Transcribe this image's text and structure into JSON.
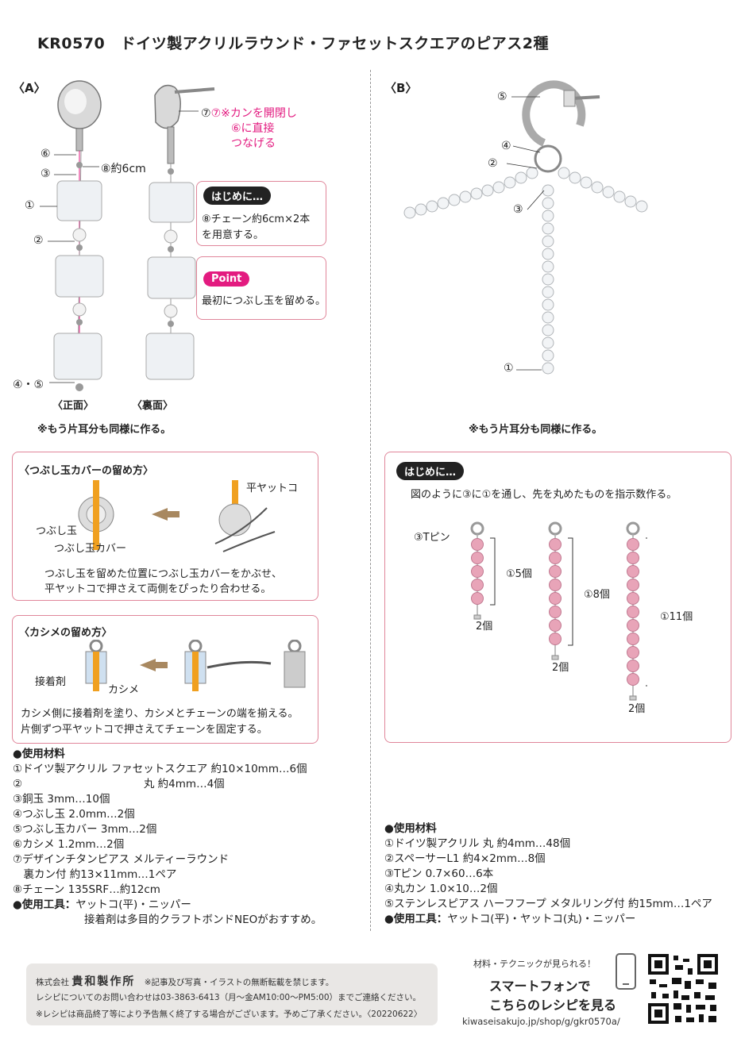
{
  "title": "KR0570　ドイツ製アクリルラウンド・ファセットスクエアのピアス2種",
  "sectionA": {
    "label": "〈A〉",
    "front_label": "〈正面〉",
    "back_label": "〈裏面〉",
    "note": "※もう片耳分も同様に作る。",
    "callouts": [
      "⑥",
      "③",
      "①",
      "②",
      "④・⑤"
    ],
    "chain_callout": "⑧約6cm",
    "kan_note": [
      "⑦※カンを開閉し",
      "⑥に直接",
      "つなげる"
    ],
    "hajime_title": "はじめに…",
    "hajime_text": [
      "⑧チェーン約6cm×2本",
      "を用意する。"
    ],
    "point_title": "Point",
    "point_text": "最初につぶし玉を留める。",
    "cover_box": {
      "title": "〈つぶし玉カバーの留め方〉",
      "labels": [
        "つぶし玉",
        "つぶし玉カバー",
        "平ヤットコ"
      ],
      "text": [
        "つぶし玉を留めた位置につぶし玉カバーをかぶせ、",
        "平ヤットコで押さえて両側をぴったり合わせる。"
      ]
    },
    "kashime_box": {
      "title": "〈カシメの留め方〉",
      "labels": [
        "接着剤",
        "カシメ"
      ],
      "text": [
        "カシメ側に接着剤を塗り、カシメとチェーンの端を揃える。",
        "片側ずつ平ヤットコで押さえてチェーンを固定する。"
      ]
    },
    "materials_title": "●使用材料",
    "materials": [
      "①ドイツ製アクリル ファセットスクエア 約10×10mm…6個",
      "②　　　　　　　　　　　 丸 約4mm…4個",
      "③銅玉 3mm…10個",
      "④つぶし玉 2.0mm…2個",
      "⑤つぶし玉カバー 3mm…2個",
      "⑥カシメ 1.2mm…2個",
      "⑦デザインチタンピアス メルティーラウンド",
      "　裏カン付 約13×11mm…1ペア",
      "⑧チェーン 135SRF…約12cm"
    ],
    "tools_title": "●使用工具：",
    "tools": "ヤットコ(平)・ニッパー",
    "tools_note": "接着剤は多目的クラフトボンドNEOがおすすめ。"
  },
  "sectionB": {
    "label": "〈B〉",
    "callouts": [
      "⑤",
      "④",
      "②",
      "③",
      "①"
    ],
    "note": "※もう片耳分も同様に作る。",
    "hajime_title": "はじめに…",
    "hajime_text": "図のように③に①を通し、先を丸めたものを指示数作る。",
    "tpin_label": "③Tピン",
    "pins": [
      {
        "count_label": "①5個",
        "bottom": "2個",
        "beads": 5
      },
      {
        "count_label": "①8個",
        "bottom": "2個",
        "beads": 8
      },
      {
        "count_label": "①11個",
        "bottom": "2個",
        "beads": 11
      }
    ],
    "materials_title": "●使用材料",
    "materials": [
      "①ドイツ製アクリル 丸 約4mm…48個",
      "②スペーサーL1 約4×2mm…8個",
      "③Tピン 0.7×60…6本",
      "④丸カン 1.0×10…2個",
      "⑤ステンレスピアス ハーフフープ メタルリング付 約15mm…1ペア"
    ],
    "tools_title": "●使用工具：",
    "tools": "ヤットコ(平)・ヤットコ(丸)・ニッパー"
  },
  "footer": {
    "company_prefix": "株式会社",
    "company": "貴和製作所",
    "copyright": "※記事及び写真・イラストの無断転載を禁じます。",
    "contact": "レシピについてのお問い合わせは03-3863-6413（月～金AM10:00～PM5:00）までご連絡ください。",
    "notice": "※レシピは商品終了等により予告無く終了する場合がございます。予めご了承ください。〈20220622〉"
  },
  "smartphone": {
    "bubble": "材料・テクニックが見られる！",
    "line1": "スマートフォンで",
    "line2": "こちらのレシピを見る",
    "url": "kiwaseisakujo.jp/shop/g/gkr0570a/"
  },
  "colors": {
    "accent_pink": "#e31b80",
    "box_border": "#e0869a",
    "bead_pink": "#e8a4b8"
  }
}
